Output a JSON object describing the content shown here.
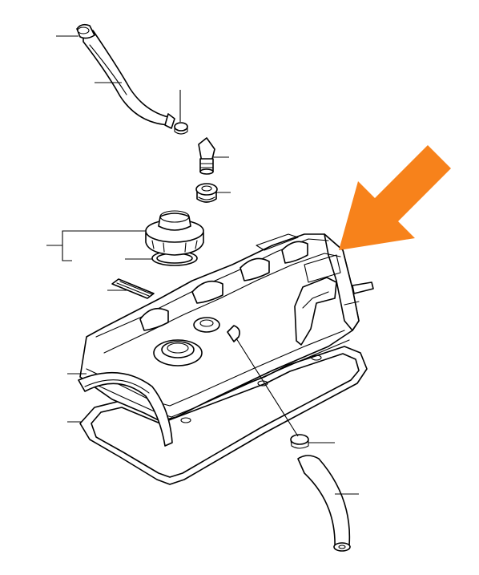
{
  "colors": {
    "line": "#000000",
    "background": "#ffffff",
    "highlight_arrow": "#f7821b"
  },
  "icons": {
    "pointer": "orange-arrow-icon"
  },
  "parts": [
    {
      "id": "breather-hose-upper",
      "callout": ""
    },
    {
      "id": "hose-clamp-upper",
      "callout": ""
    },
    {
      "id": "pcv-valve",
      "callout": ""
    },
    {
      "id": "pcv-grommet",
      "callout": ""
    },
    {
      "id": "oil-filler-cap",
      "callout": ""
    },
    {
      "id": "filler-cap-gasket",
      "callout": ""
    },
    {
      "id": "cover-label",
      "callout": ""
    },
    {
      "id": "cylinder-head-cover",
      "callout": ""
    },
    {
      "id": "spark-plug-seal",
      "callout": ""
    },
    {
      "id": "cover-gasket",
      "callout": ""
    },
    {
      "id": "hose-clamp-lower",
      "callout": ""
    },
    {
      "id": "breather-hose-lower",
      "callout": ""
    }
  ]
}
